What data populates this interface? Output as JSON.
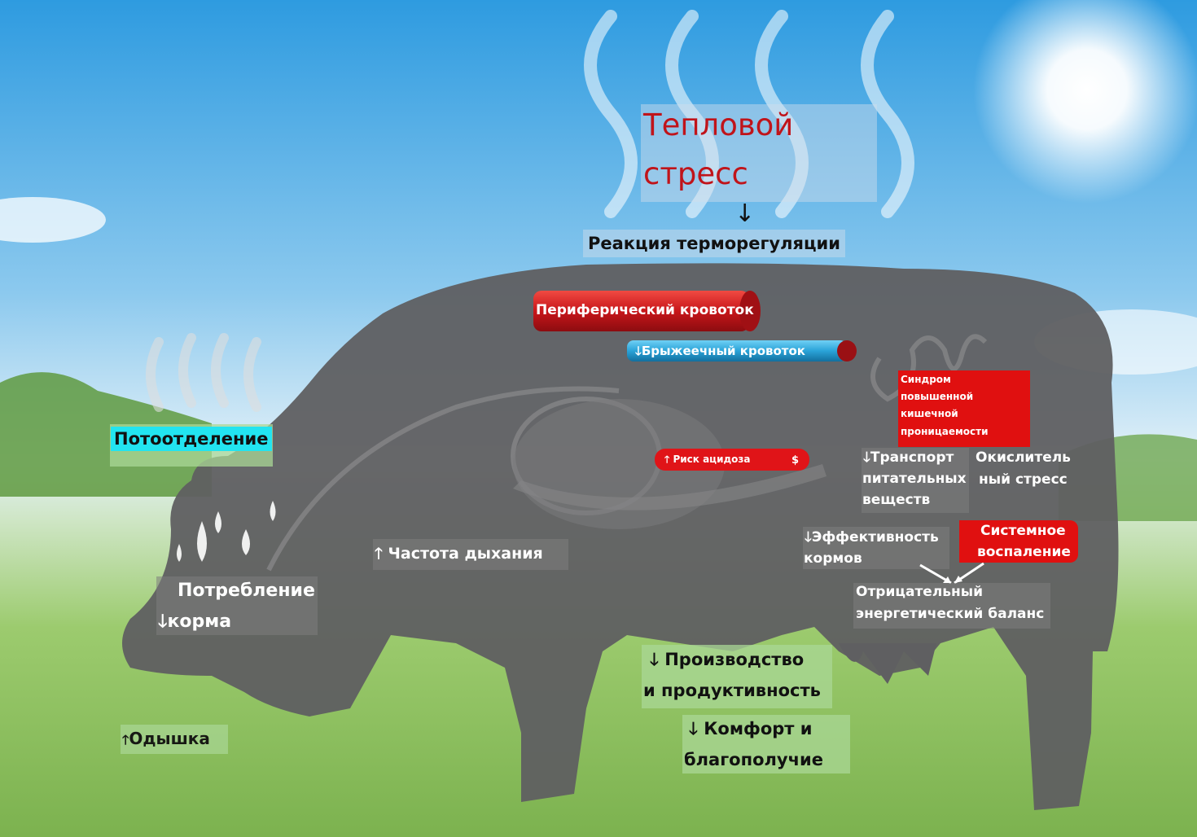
{
  "title": {
    "line1": "Тепловой",
    "line2": "стресс"
  },
  "thermoregulation": "Реакция терморегуляции",
  "vessels": {
    "peripheral": "Периферический кровоток",
    "mesenteric": "Брыжеечный кровоток"
  },
  "labels": {
    "sweating": "Потоотделение",
    "breathing_rate": "Частота дыхания",
    "feed_intake_line1": "Потребление",
    "feed_intake_line2": "корма",
    "dyspnea": "Одышка",
    "acidosis_risk": "Риск ацидоза",
    "leaky_gut_line1": "Синдром",
    "leaky_gut_line2": "повышенной",
    "leaky_gut_line3": "кишечной",
    "leaky_gut_line4": "проницаемости",
    "nutrient_transport_line1": "Транспорт",
    "nutrient_transport_line2": "питательных",
    "nutrient_transport_line3": "веществ",
    "oxidative_line1": "Окислитель",
    "oxidative_line2": "ный стресс",
    "feed_efficiency_line1": "Эффективность",
    "feed_efficiency_line2": "кормов",
    "systemic_line1": "Системное",
    "systemic_line2": "воспаление",
    "energy_balance_line1": "Отрицательный",
    "energy_balance_line2": "энергетический баланс",
    "production_line1": "Производство",
    "production_line2": "и продуктивность",
    "comfort_line1": "Комфорт и",
    "comfort_line2": "благополучие"
  },
  "arrows": {
    "up": "🡑",
    "down": "🡓",
    "thin_down": "↓",
    "dollar": "$"
  },
  "colors": {
    "cow": "#5f5f61",
    "title_text": "#c0141a",
    "artery_red": "#d01c1e",
    "vein_blue": "#2aa3d8",
    "highlight_cyan": "#22e4f0",
    "label_green": "#a9d68f",
    "inflammation_red": "#e01010"
  }
}
